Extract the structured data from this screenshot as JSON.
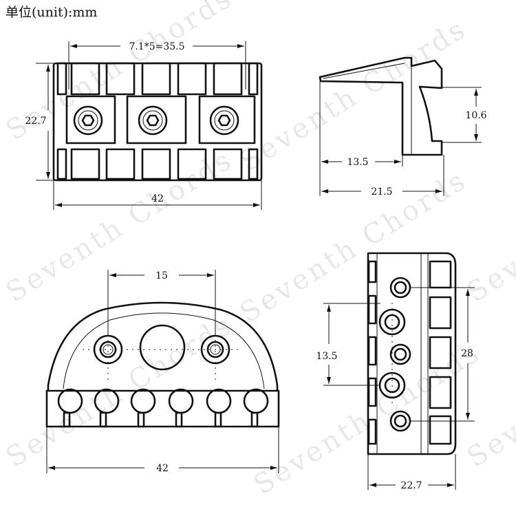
{
  "unit_label": "单位(unit):mm",
  "watermark": "Seventh Chords",
  "top_view": {
    "spacing_label": "7.1*5=35.5",
    "height_label": "22.7",
    "width_label": "42"
  },
  "side_view": {
    "height_label": "10.6",
    "inner_label": "13.5",
    "depth_label": "21.5"
  },
  "front_view": {
    "hole_spacing_label": "15",
    "width_label": "42"
  },
  "bottom_view": {
    "spacing_label": "13.5",
    "span_label": "28",
    "width_label": "22.7"
  }
}
